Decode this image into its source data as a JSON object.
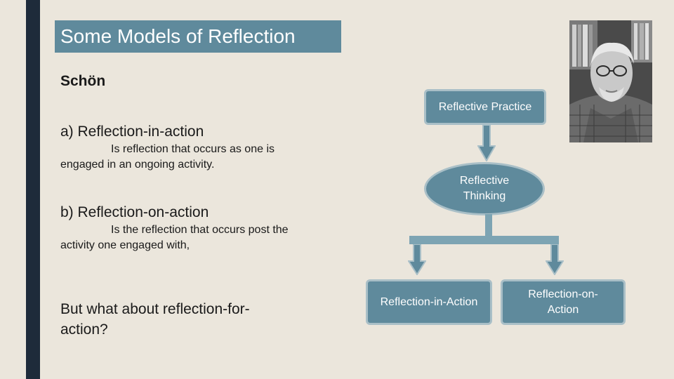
{
  "slide": {
    "title": "Some Models of Reflection",
    "subtitle": "Schön",
    "item_a": {
      "heading": "a) Reflection-in-action",
      "desc_line1": "Is reflection that occurs as one is",
      "desc_line2": "engaged in an ongoing activity."
    },
    "item_b": {
      "heading": "b) Reflection-on-action",
      "desc_line1": "Is the reflection that occurs post the",
      "desc_line2": "activity one engaged with,"
    },
    "question_line1": "But what about reflection-for-",
    "question_line2": "action?"
  },
  "diagram": {
    "top": "Reflective Practice",
    "middle_line1": "Reflective",
    "middle_line2": "Thinking",
    "left": "Reflection-in-Action",
    "right_line1": "Reflection-on-",
    "right_line2": "Action"
  },
  "colors": {
    "accent": "#5f8a9c",
    "sidebar": "#1e2b3a",
    "background": "#ebe6dc"
  },
  "icons": [
    "photo-portrait"
  ]
}
